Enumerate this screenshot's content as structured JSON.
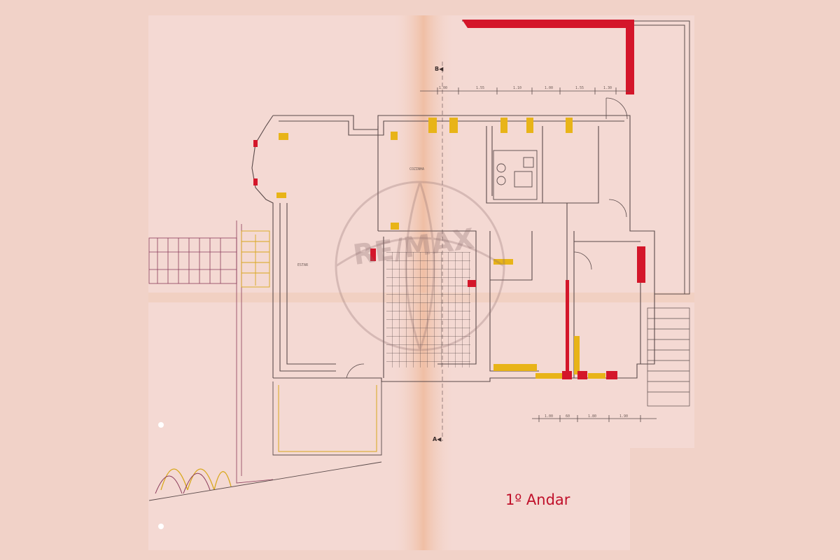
{
  "colors": {
    "page_bg": "#f1d2c8",
    "paper": "#f4d9d3",
    "fold_shade": "#f0c2a8",
    "line": "#5a4a4a",
    "new_wall_red": "#d4162a",
    "yellow_wall": "#e8b418",
    "caption": "#c0102a"
  },
  "plan": {
    "floor_label": "1º Andar",
    "section_markers": {
      "top": "B◀",
      "bottom": "A◀"
    },
    "watermark": "RE/MAX",
    "room_labels": [
      "ESTAR",
      "COZINHA"
    ],
    "top_dimensions": [
      "1.00",
      "1.55",
      "1.10",
      "1.00",
      "1.55",
      "1.30"
    ],
    "bottom_dimensions": [
      "1.00",
      "60",
      "1.80",
      "1.90"
    ]
  }
}
